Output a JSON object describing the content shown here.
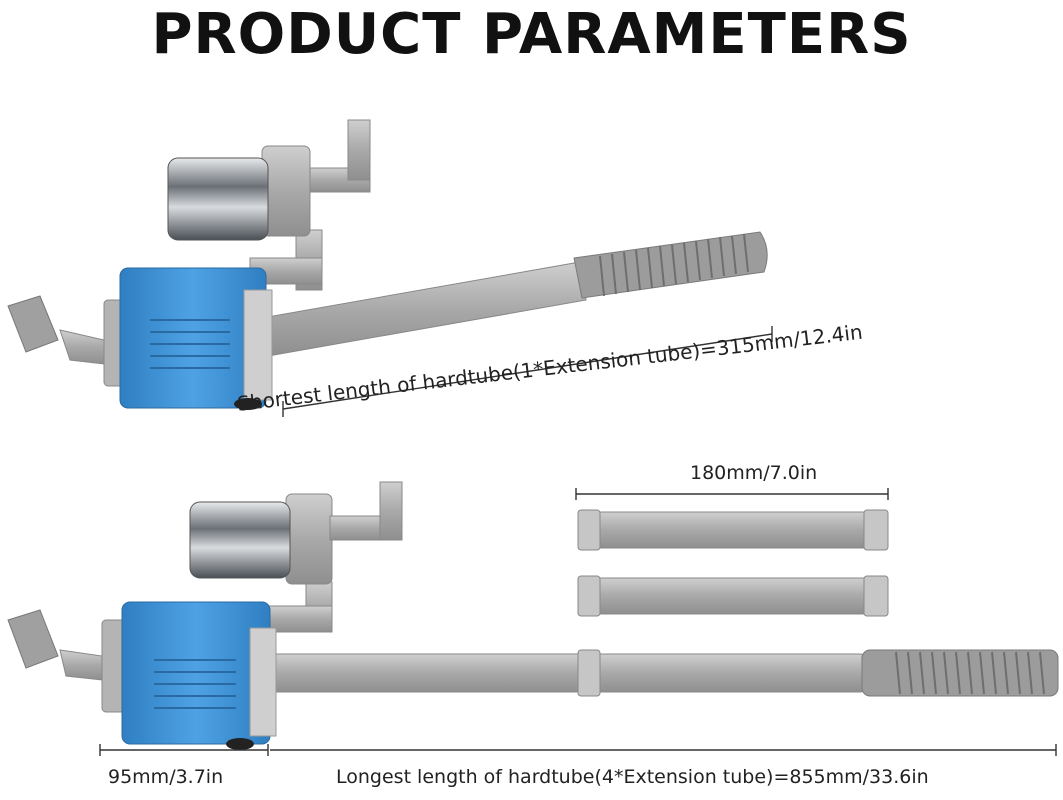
{
  "title": "PRODUCT PARAMETERS",
  "dimensions": {
    "shortest": "Shortest length of hardtube(1*Extension tube)=315mm/12.4in",
    "extension_tube": "180mm/7.0in",
    "pump_body": "95mm/3.7in",
    "longest": "Longest length of hardtube(4*Extension tube)=855mm/33.6in"
  },
  "colors": {
    "pump_blue": "#3d92d6",
    "tube_gray": "#b8b8b8",
    "chrome": "#9aa0a6"
  },
  "icons": [
    "aquarium-pump-icon",
    "extension-tube-icon",
    "gravel-tube-icon"
  ]
}
